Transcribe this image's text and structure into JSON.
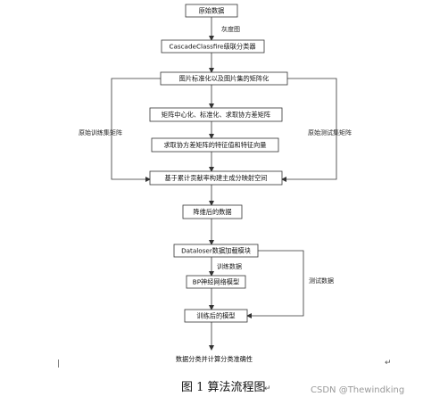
{
  "diagram": {
    "nodes": {
      "raw_data": "原始数据",
      "cascade": "CascadeClassfire级联分类器",
      "normalize": "图片标准化以及图片集的矩阵化",
      "center": "矩阵中心化、标准化、求取协方差矩阵",
      "eigen": "求取协方差矩阵的特征值和特征向量",
      "subspace": "基于累计贡献率构建主成分映射空间",
      "reduced": "降维后的数据",
      "loader": "Dataloser数据加载模块",
      "bp": "BP神经网络模型",
      "trained": "训练后的模型"
    },
    "edge_labels": {
      "grayscale": "灰度图",
      "train_matrix": "原始训练集矩阵",
      "test_matrix": "原始测试集矩阵",
      "train_data": "训练数据",
      "test_data": "测试数据"
    },
    "result_text": "数据分类并计算分类准确性"
  },
  "caption": "图 1 算法流程图",
  "marks": {
    "text_cursor": "|",
    "return_mark_1": "↵",
    "return_mark_2": "↵"
  },
  "watermark": "CSDN @Thewindking",
  "colors": {
    "line": "#333333",
    "box_border": "#333333",
    "watermark": "#9a9a9a"
  }
}
